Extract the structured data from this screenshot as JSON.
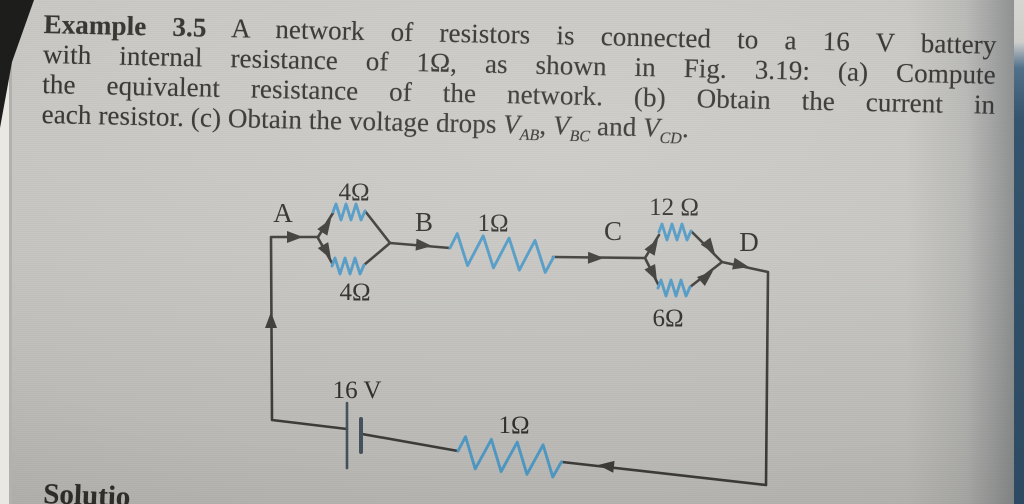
{
  "problem": {
    "label": "Example 3.5",
    "line1_rest": " A network of resistors is connected to a 16 V battery",
    "line2": "with internal resistance of 1Ω, as shown in Fig. 3.19: (a) Compute",
    "line3": "the equivalent resistance of the network. (b) Obtain the current in",
    "line4_prefix": "each resistor. (c) Obtain the voltage drops ",
    "v_ab": {
      "base": "V",
      "sub": "AB"
    },
    "sep1": ", ",
    "v_bc": {
      "base": "V",
      "sub": "BC"
    },
    "sep2": " and ",
    "v_cd": {
      "base": "V",
      "sub": "CD"
    },
    "line4_suffix": "."
  },
  "figure": {
    "caption_ref": "Fig. 3.19",
    "nodes": {
      "a": "A",
      "b": "B",
      "c": "C",
      "d": "D"
    },
    "resistors": {
      "ab_parallel_upper": "4Ω",
      "ab_parallel_lower": "4Ω",
      "bc_series": "1Ω",
      "cd_parallel_upper": "12 Ω",
      "cd_parallel_lower": "6Ω",
      "battery_internal": "1Ω"
    },
    "battery_label": "16 V",
    "colors": {
      "resistor": "#4f9ac6",
      "wire": "#3c3b37"
    }
  },
  "solution_label": "Solutio"
}
